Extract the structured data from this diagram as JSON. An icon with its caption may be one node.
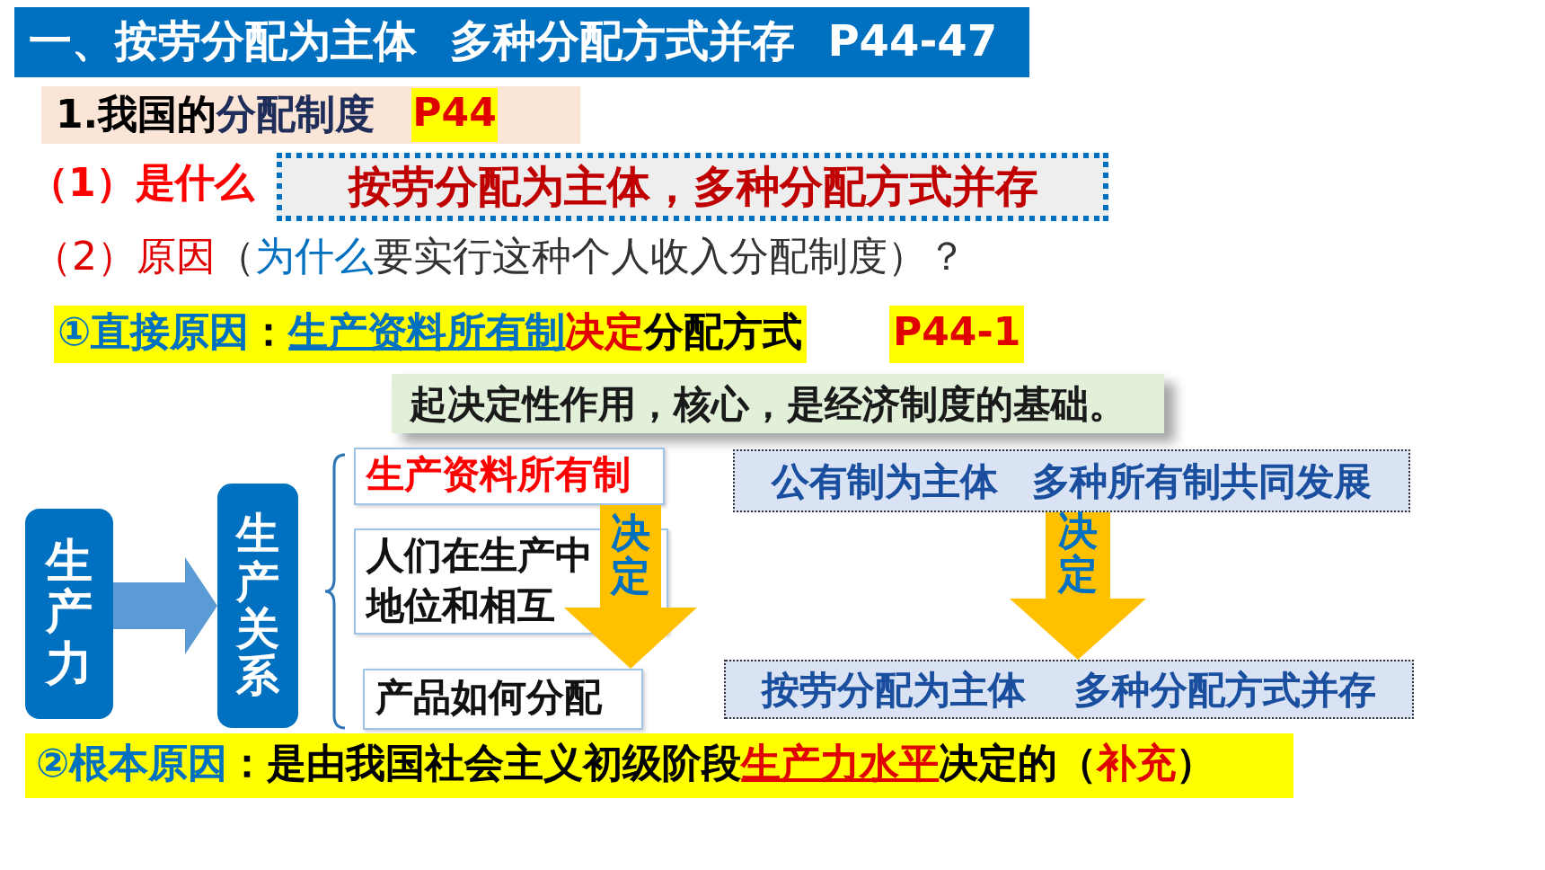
{
  "diagram": {
    "title": "一、按劳分配为主体 多种分配方式并存 P44-47",
    "nodes": [
      {
        "text": [
          "1.我国的分配制度",
          "P44"
        ]
      },
      {
        "text": [
          "按劳分配为主体，多种分配方式并存"
        ]
      },
      {
        "text": [
          "起决定性作用，核心，是经济制度的基础。"
        ]
      },
      {
        "text": [
          "生产力"
        ]
      },
      {
        "text": [
          "生产关系"
        ]
      },
      {
        "text": [
          "生产资料所有制"
        ]
      },
      {
        "text": [
          "人们在生产中地位和相互"
        ]
      },
      {
        "text": [
          "产品如何分配"
        ]
      },
      {
        "text": [
          "公有制为主体 多种所有制共同发展"
        ]
      },
      {
        "text": [
          "按劳分配为主体 多种分配方式并存"
        ]
      }
    ],
    "edges": [
      {
        "from": 3,
        "to": 4,
        "arrow": "to",
        "style": "thick",
        "color": "#5b9bd5"
      },
      {
        "from": 5,
        "to": 7,
        "arrow": "to",
        "label": "决定",
        "style": "thick"
      },
      {
        "from": 8,
        "to": 9,
        "arrow": "to",
        "label": "决定",
        "style": "thick"
      }
    ],
    "labels": [
      "（1）是什么",
      "（2）原因（为什么要实行这种个人收入分配制度）？",
      "①直接原因：生产资料所有制决定分配方式",
      "P44-1",
      "②根本原因：是由我国社会主义初级阶段生产力水平决定的（补充）"
    ]
  }
}
